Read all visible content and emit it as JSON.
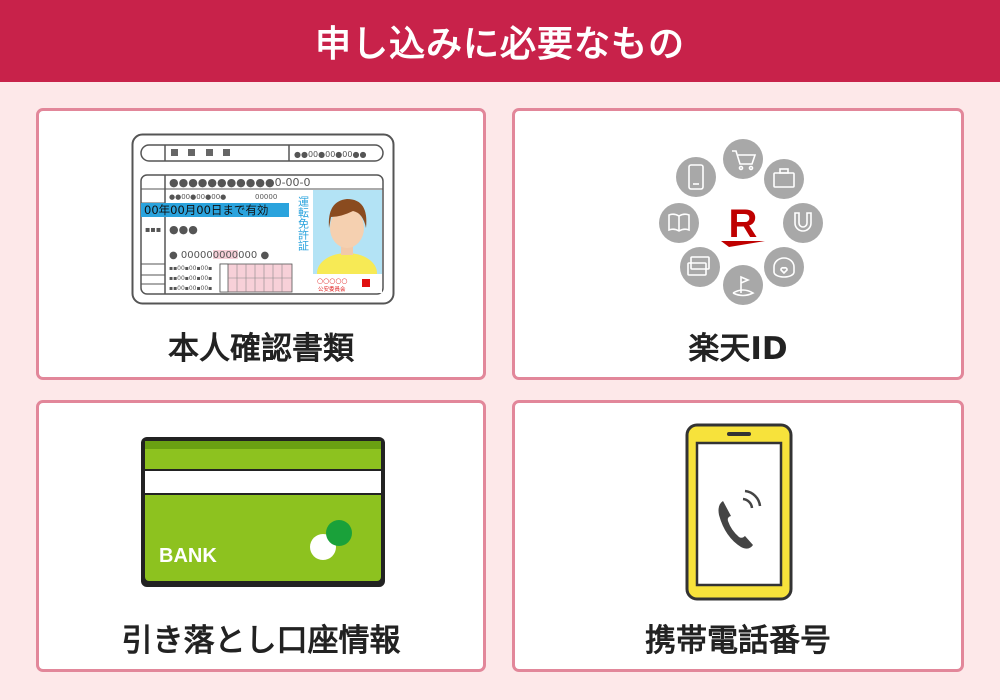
{
  "header": {
    "title": "申し込みに必要なもの"
  },
  "items": [
    {
      "label": "本人確認書類",
      "illustration": {
        "number": "0-00-0",
        "small_number": "00000",
        "valid_until": "00年00月00日まで有効",
        "license_title": "運転免許証",
        "digits": "000000000000",
        "issuer_marks": "○○○○○",
        "issuer": "公安委員会"
      }
    },
    {
      "label": "楽天ID",
      "illustration": {
        "logo_letter": "R",
        "icons": [
          "cart-icon",
          "briefcase-icon",
          "horseshoe-icon",
          "purse-icon",
          "golf-icon",
          "credit-card-icon",
          "book-icon",
          "smartphone-icon"
        ]
      }
    },
    {
      "label": "引き落とし口座情報",
      "illustration": {
        "bank_text": "BANK"
      }
    },
    {
      "label": "携帯電話番号",
      "illustration": {
        "icon": "phone-call-icon"
      }
    }
  ],
  "colors": {
    "header": "#c8224a",
    "background": "#fde8e9",
    "card_border": "#e2879a",
    "rakuten_red": "#bf0000",
    "bank_green": "#8dc21f",
    "phone_yellow": "#f7e23b"
  }
}
